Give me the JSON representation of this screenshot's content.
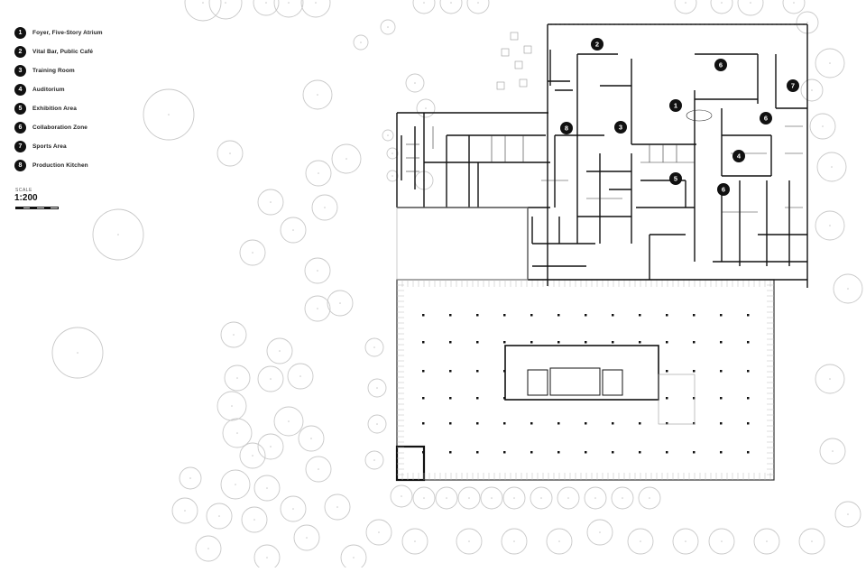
{
  "legend": {
    "items": [
      {
        "num": "1",
        "label": "Foyer, Five-Story Atrium"
      },
      {
        "num": "2",
        "label": "Vital Bar, Public Café"
      },
      {
        "num": "3",
        "label": "Training Room"
      },
      {
        "num": "4",
        "label": "Auditorium"
      },
      {
        "num": "5",
        "label": "Exhibition Area"
      },
      {
        "num": "6",
        "label": "Collaboration Zone"
      },
      {
        "num": "7",
        "label": "Sports Area"
      },
      {
        "num": "8",
        "label": "Production Kitchen"
      }
    ]
  },
  "scale": {
    "caption": "SCALE",
    "value": "1:200"
  },
  "markers": [
    "1",
    "2",
    "3",
    "4",
    "5",
    "6",
    "6",
    "6",
    "7",
    "8"
  ],
  "colors": {
    "ink": "#111111",
    "line": "#333333",
    "tree": "#c8c8c8",
    "background": "#ffffff"
  }
}
